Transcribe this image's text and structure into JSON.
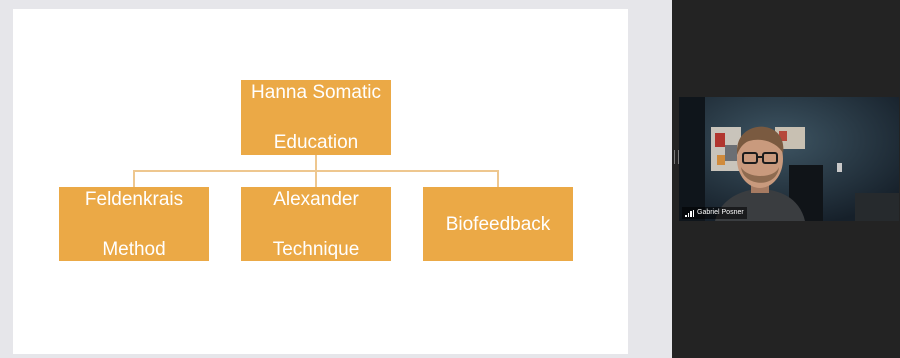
{
  "slide": {
    "root": {
      "line1": "Hanna Somatic",
      "line2": "Education"
    },
    "children": [
      {
        "line1": "Feldenkrais",
        "line2": "Method"
      },
      {
        "line1": "Alexander",
        "line2": "Technique"
      },
      {
        "line1": "Biofeedback",
        "line2": ""
      }
    ],
    "colors": {
      "box": "#eba946",
      "connector": "#eec78f",
      "text": "#ffffff"
    }
  },
  "participant": {
    "name": "Gabriel Posner",
    "icon": "signal-strength-icon"
  },
  "colors": {
    "gallery_background": "#232323",
    "share_background": "#e6e6ea"
  }
}
